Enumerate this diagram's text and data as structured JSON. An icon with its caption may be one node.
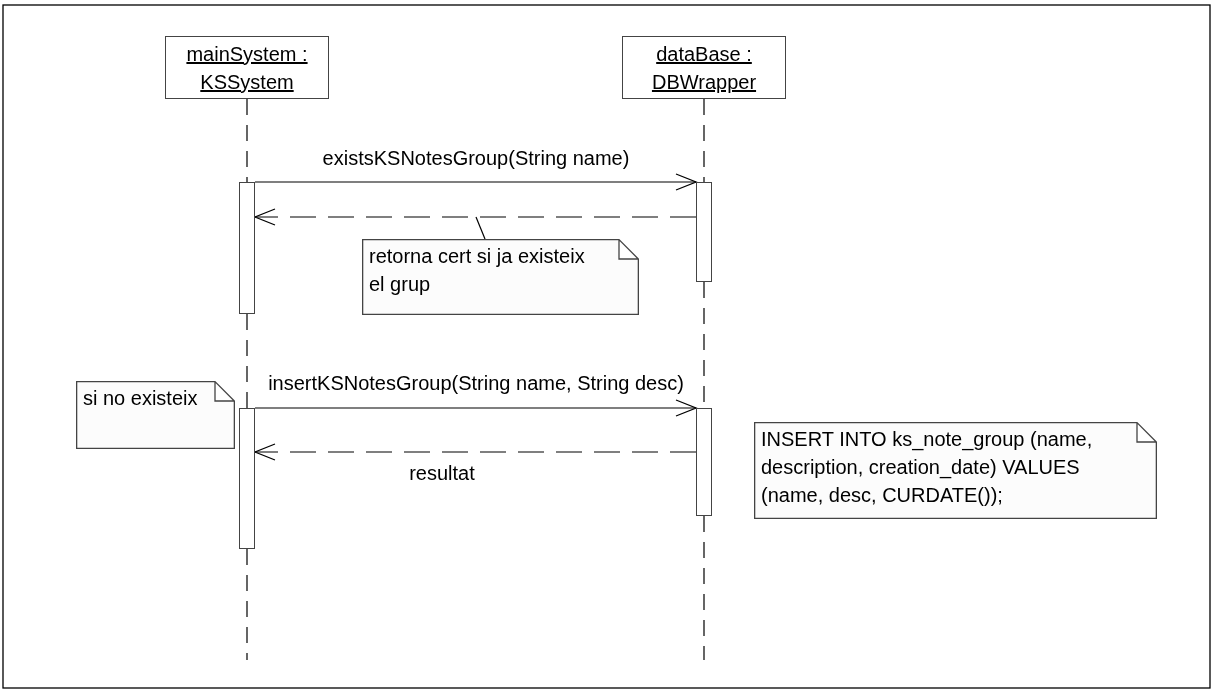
{
  "diagram": {
    "nodes": [
      {
        "text": [
          "mainSystem : KSSystem"
        ]
      },
      {
        "text": [
          "dataBase : DBWrapper"
        ]
      },
      {
        "text": [],
        "shape": "bar"
      },
      {
        "text": [],
        "shape": "bar"
      },
      {
        "text": [
          "retorna cert si ja existeix el grup"
        ]
      },
      {
        "text": [],
        "shape": "bar"
      },
      {
        "text": [],
        "shape": "bar"
      },
      {
        "text": [
          "si no existeix"
        ]
      },
      {
        "text": [
          "INSERT INTO ks_note_group (name, description, creation_date) VALUES (name, desc, CURDATE());"
        ]
      }
    ],
    "edges": [
      {
        "from": 0,
        "to": 2,
        "arrow": "none",
        "style": "dashed"
      },
      {
        "from": 2,
        "to": 5,
        "arrow": "none",
        "style": "dashed"
      },
      {
        "from": 5,
        "to": null,
        "arrow": "none",
        "style": "dashed"
      },
      {
        "from": 1,
        "to": 3,
        "arrow": "none",
        "style": "dashed"
      },
      {
        "from": 3,
        "to": 6,
        "arrow": "none",
        "style": "dashed"
      },
      {
        "from": 6,
        "to": null,
        "arrow": "none",
        "style": "dashed"
      },
      {
        "from": 2,
        "to": 3,
        "arrow": "to",
        "label": "existsKSNotesGroup(String name)"
      },
      {
        "from": 3,
        "to": 2,
        "arrow": "to",
        "style": "dashed"
      },
      {
        "from": 4,
        "to": null,
        "arrow": "none"
      },
      {
        "from": 5,
        "to": 6,
        "arrow": "to",
        "label": "insertKSNotesGroup(String name, String desc)"
      },
      {
        "from": 6,
        "to": 5,
        "arrow": "to",
        "style": "dashed",
        "label": "resultat"
      }
    ]
  }
}
